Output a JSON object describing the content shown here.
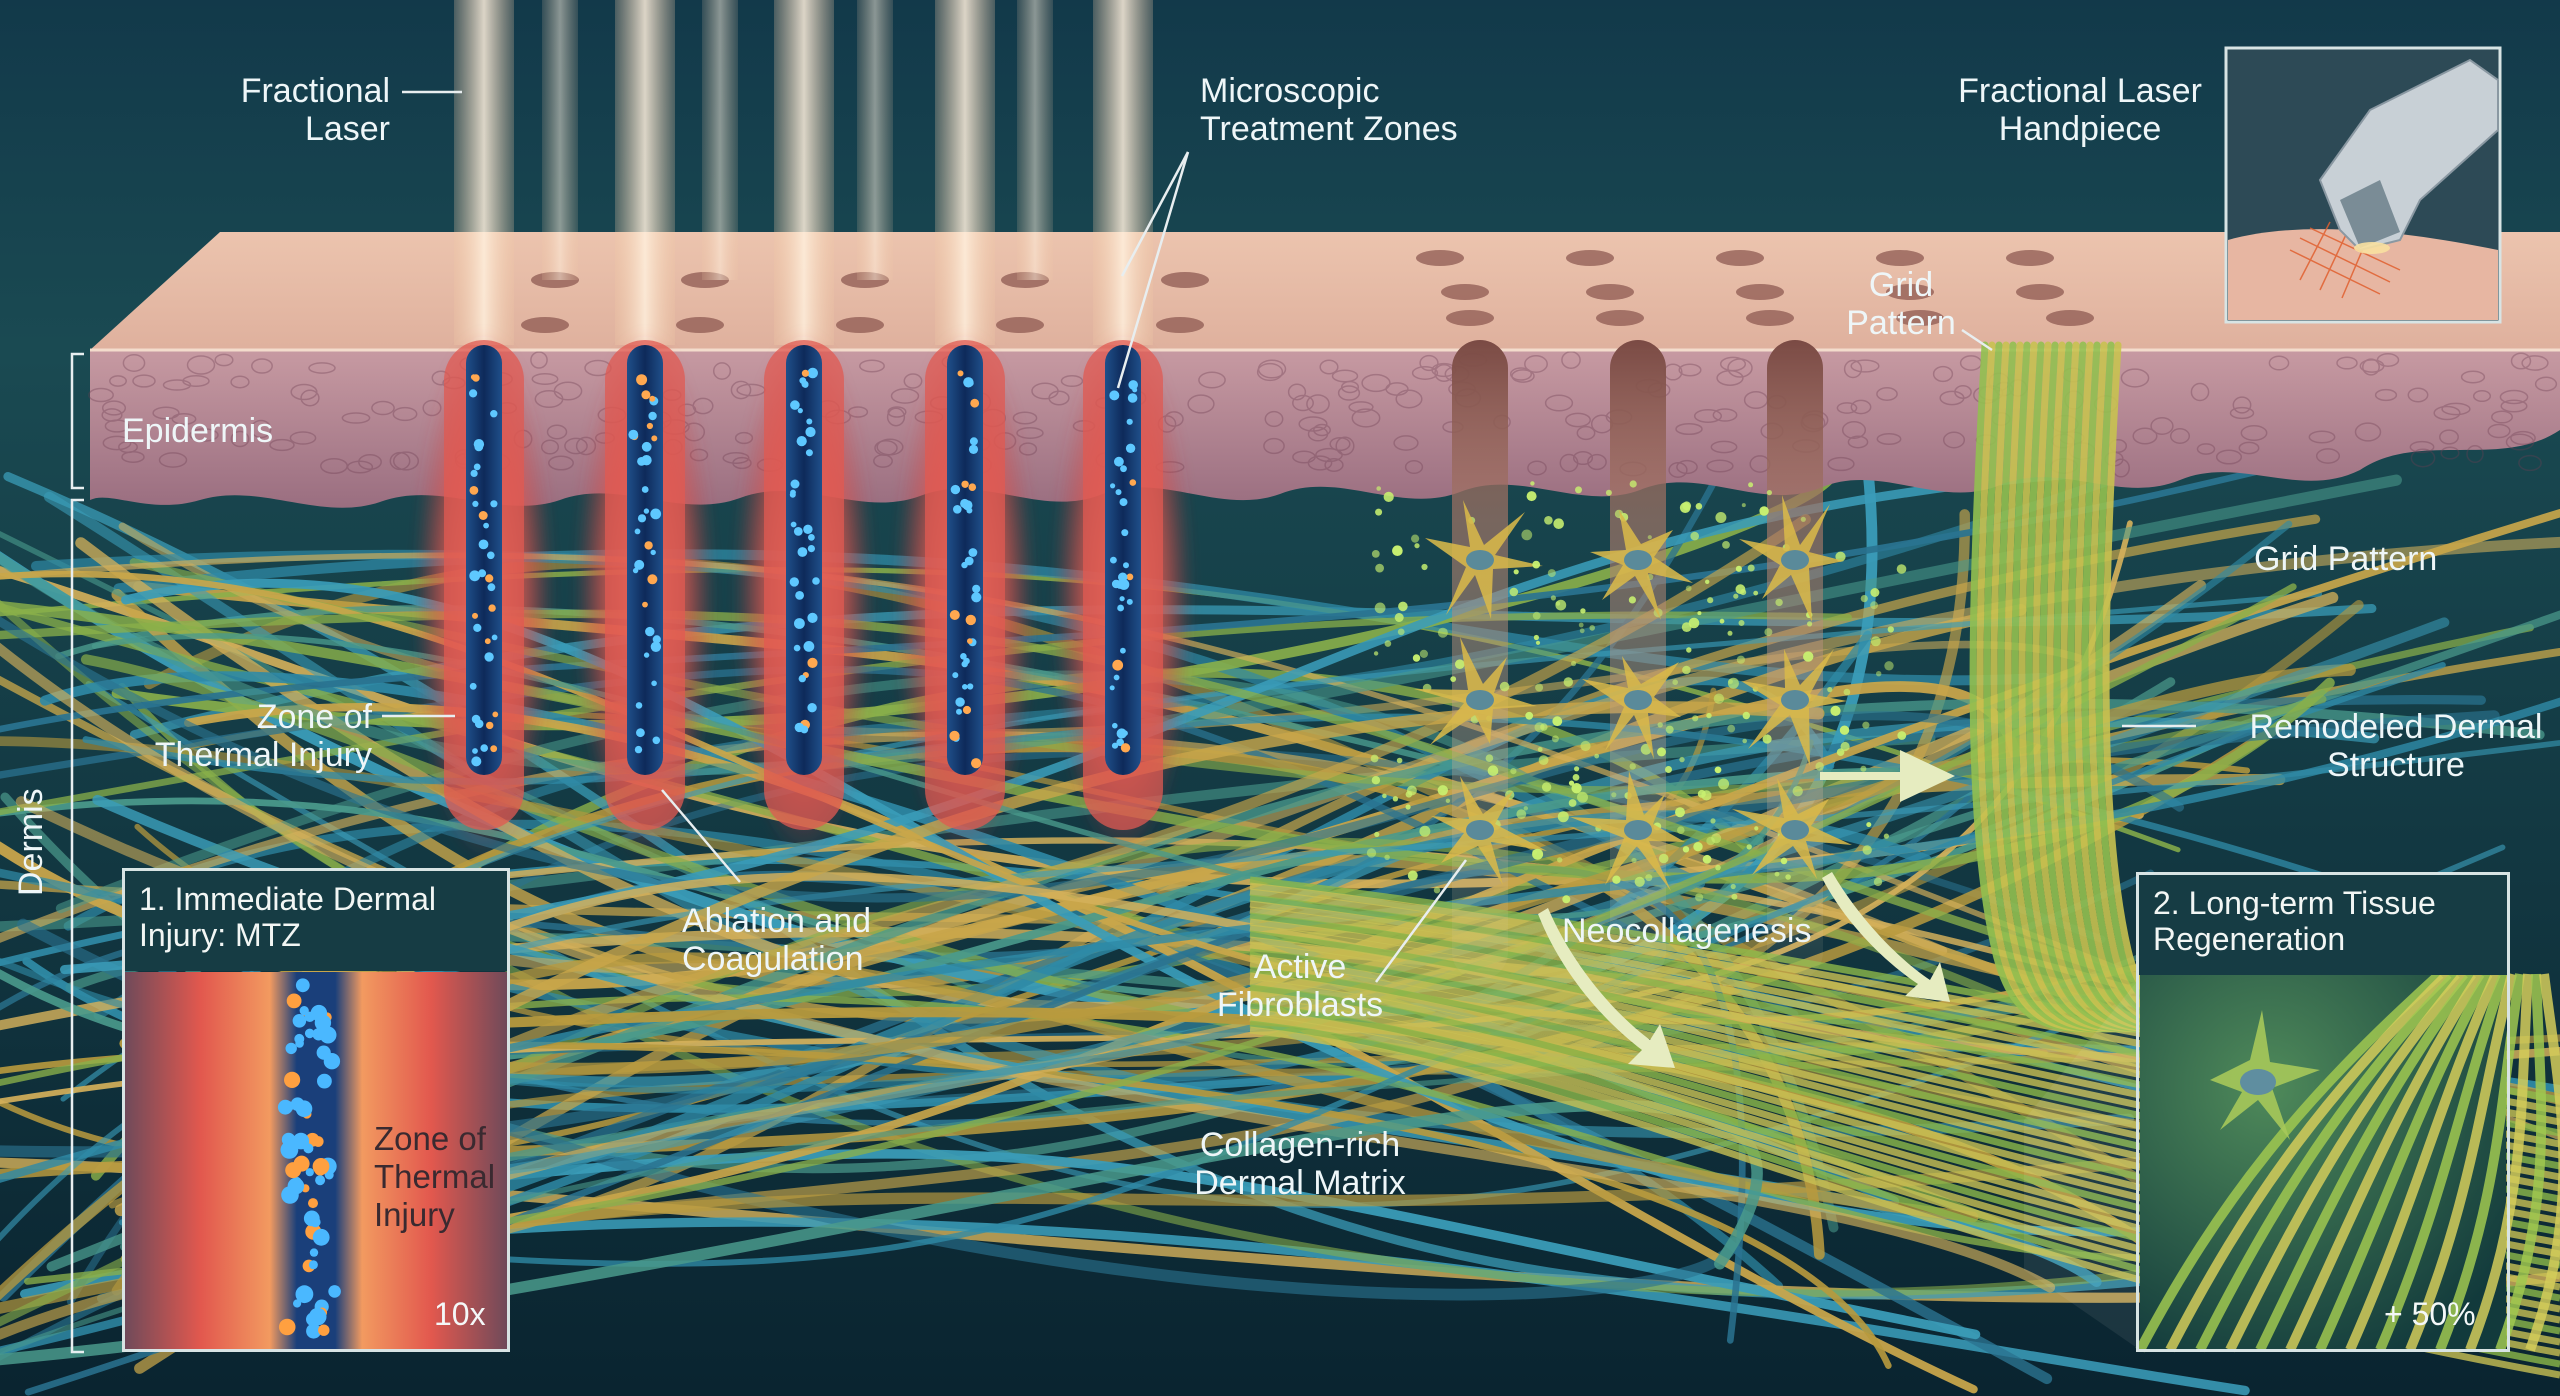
{
  "labels": {
    "fractional_laser": "Fractional\nLaser",
    "microscopic_treatment_zones": "Microscopic\nTreatment Zones",
    "fractional_laser_handpiece": "Fractional Laser\nHandpiece",
    "grid_pattern_top": "Grid\nPattern",
    "grid_pattern_right": "Grid Pattern",
    "epidermis": "Epidermis",
    "dermis": "Dermis",
    "zone_of_thermal_injury": "Zone of\nThermal Injury",
    "ablation_and_coagulation": "Ablation and\nCoagulation",
    "active_fibroblasts": "Active\nFibroblasts",
    "neocollagenesis": "Neocollagenesis",
    "remodeled_dermal_structure": "Remodeled Dermal\nStructure",
    "collagen_rich_dermal_matrix": "Collagen-rich\nDermal Matrix"
  },
  "inset_left": {
    "title": "1. Immediate Dermal\nInjury: MTZ",
    "label": "Zone of\nThermal\nInjury",
    "magnification": "10x"
  },
  "inset_right": {
    "title": "2. Long-term Tissue\nRegeneration",
    "magnification": "+ 50%"
  }
}
